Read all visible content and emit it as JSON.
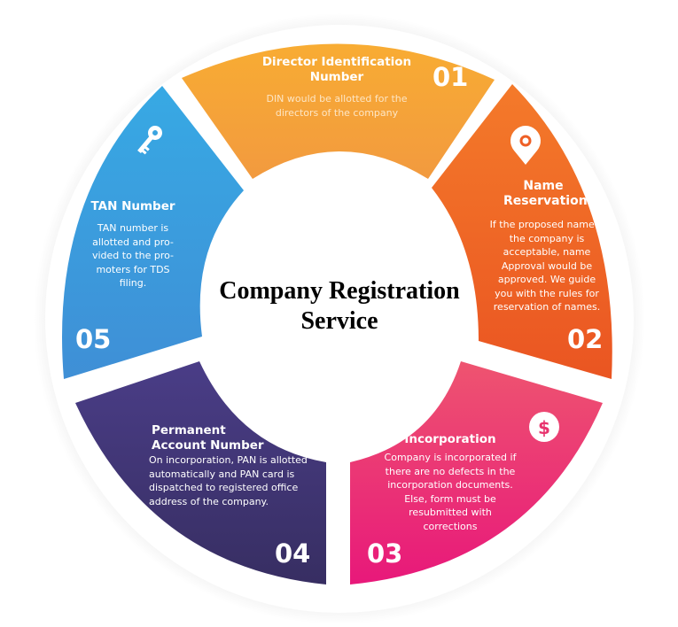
{
  "title": {
    "line1": "Company Registration",
    "line2": "Service"
  },
  "colors": {
    "s1": "#f6a53a",
    "s2": "#ee5f25",
    "s3": "#ea2f72",
    "s4": "#3d326b",
    "s5": "#3aa4e0"
  },
  "segments": [
    {
      "number": "01",
      "heading": "Director Identification Number",
      "body": "DIN would be allotted for the directors of the company",
      "icon": "none"
    },
    {
      "number": "02",
      "heading": "Name Reservation",
      "body": "If the proposed nameof the company is acceptable, name Approval would be approved. We guide you with the rules for reservation of names.",
      "icon": "location-pin-icon"
    },
    {
      "number": "03",
      "heading": "Incorporation",
      "body": "Company is incorporated if there are no defects in the incorporation documents. Else, form must be resubmitted with corrections",
      "icon": "dollar-icon"
    },
    {
      "number": "04",
      "heading": "Permanent Account Number",
      "body": "On incorporation, PAN is allotted automatically and PAN card is dispatched to registered office address of the company.",
      "icon": "none"
    },
    {
      "number": "05",
      "heading": "TAN Number",
      "body": "TAN number is allotted and pro-vided to the pro-moters for TDS filing.",
      "icon": "key-icon"
    }
  ]
}
